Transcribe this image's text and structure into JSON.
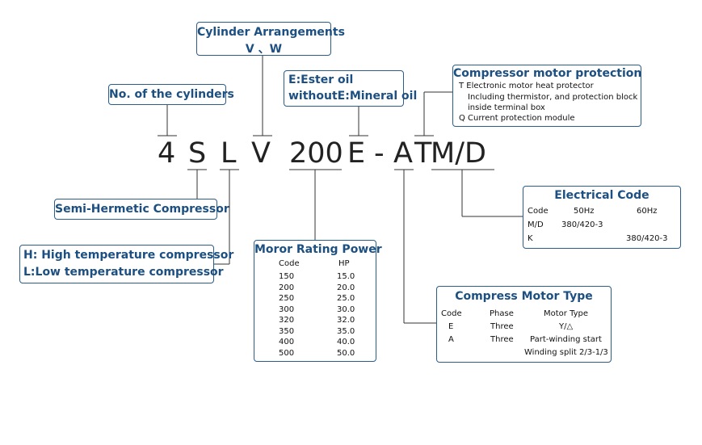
{
  "model_code": {
    "c1": "4",
    "c2": "S",
    "c3": "L",
    "c4": "V",
    "c5": "200",
    "c6": "E",
    "c7": "-",
    "c8": "A",
    "c9": "T",
    "c10": "M/D"
  },
  "cylinder_arrangements": {
    "title": "Cylinder Arrangements",
    "value": "V 、W"
  },
  "num_cylinders": {
    "title": "No. of the cylinders"
  },
  "oil": {
    "line1": "E:Ester oil",
    "line2": "withoutE:Mineral oil"
  },
  "motor_protection": {
    "title": "Compressor motor protection",
    "lines": [
      "T Electronic motor heat protector",
      "Including thermistor, and protection block",
      "inside terminal box",
      "Q Current protection module"
    ]
  },
  "semi_hermetic": {
    "title": "Semi-Hermetic Compressor"
  },
  "temperature": {
    "line1": "H: High temperature compressor",
    "line2": "L:Low temperature compressor"
  },
  "motor_rating": {
    "title": "Moror Rating Power",
    "headers": [
      "Code",
      "HP"
    ],
    "rows": [
      [
        "150",
        "15.0"
      ],
      [
        "200",
        "20.0"
      ],
      [
        "250",
        "25.0"
      ],
      [
        "300",
        "30.0"
      ],
      [
        "320",
        "32.0"
      ],
      [
        "350",
        "35.0"
      ],
      [
        "400",
        "40.0"
      ],
      [
        "500",
        "50.0"
      ]
    ]
  },
  "electrical_code": {
    "title": "Electrical Code",
    "headers": [
      "Code",
      "50Hz",
      "60Hz"
    ],
    "rows": [
      [
        "M/D",
        "380/420-3",
        ""
      ],
      [
        "K",
        "",
        "380/420-3"
      ]
    ]
  },
  "motor_type": {
    "title": "Compress Motor Type",
    "headers": [
      "Code",
      "Phase",
      "Motor Type"
    ],
    "rows": [
      [
        "E",
        "Three",
        "Y/△"
      ],
      [
        "A",
        "Three",
        "Part-winding start"
      ],
      [
        "",
        "",
        "Winding split 2/3-1/3"
      ]
    ]
  }
}
